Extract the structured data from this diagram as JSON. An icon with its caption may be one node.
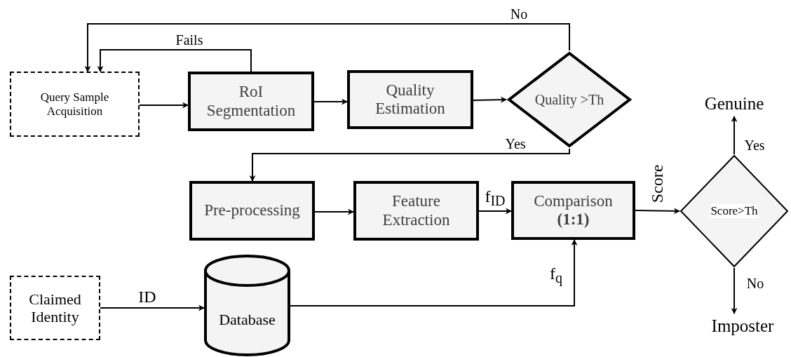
{
  "diagram": {
    "nodes": [
      {
        "text": [
          "Query Sample Acquisition"
        ]
      },
      {
        "text": [
          "RoI Segmentation"
        ]
      },
      {
        "text": [
          "Quality Estimation"
        ]
      },
      {
        "text": [
          "Quality >Th"
        ]
      },
      {
        "text": [
          "Pre-processing"
        ]
      },
      {
        "text": [
          "Feature Extraction"
        ]
      },
      {
        "text": [
          "Comparison **(1:1)**"
        ]
      },
      {
        "text": [
          "Score>Th"
        ]
      },
      {
        "text": [
          "Genuine"
        ]
      },
      {
        "text": [
          "Imposter"
        ]
      },
      {
        "text": [
          "Claimed Identity"
        ]
      },
      {
        "text": [
          "Database"
        ]
      }
    ],
    "edges": [
      {
        "from": 0,
        "to": 1,
        "arrow": "to"
      },
      {
        "from": 1,
        "to": 2,
        "arrow": "to"
      },
      {
        "from": 2,
        "to": 3,
        "arrow": "to"
      },
      {
        "from": 3,
        "to": 0,
        "arrow": "to",
        "label": "No"
      },
      {
        "from": 1,
        "to": 0,
        "arrow": "to",
        "label": "Fails"
      },
      {
        "from": 3,
        "to": 4,
        "arrow": "to",
        "label": "Yes"
      },
      {
        "from": 4,
        "to": 5,
        "arrow": "to"
      },
      {
        "from": 5,
        "to": 6,
        "arrow": "to",
        "label": "f$_{ID}$"
      },
      {
        "from": 6,
        "to": 7,
        "arrow": "to",
        "label": "Score"
      },
      {
        "from": 7,
        "to": 8,
        "arrow": "to",
        "label": "Yes"
      },
      {
        "from": 7,
        "to": 9,
        "arrow": "to",
        "label": "No"
      },
      {
        "from": 10,
        "to": 11,
        "arrow": "to",
        "label": "ID"
      },
      {
        "from": 11,
        "to": 6,
        "arrow": "to",
        "label": "f$_{q}$"
      }
    ]
  }
}
